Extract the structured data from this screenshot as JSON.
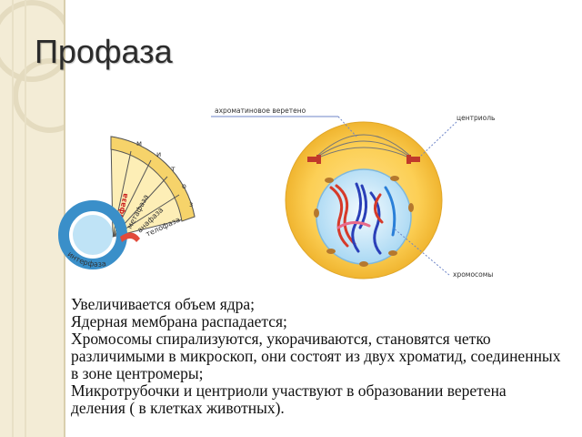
{
  "title": "Профаза",
  "diagram": {
    "labels": {
      "spindle": "ахроматиновое веретено",
      "centriole": "центриоль",
      "chromosomes": "хромосомы"
    },
    "cycle": {
      "mitosis": [
        "м",
        "и",
        "т",
        "о",
        "з"
      ],
      "phases": [
        "профаза",
        "метафаза",
        "анафаза",
        "телофаза"
      ],
      "interphase": "интерфаза"
    }
  },
  "text": {
    "line1": "Увеличивается объем ядра;",
    "line2": "Ядерная мембрана распадается;",
    "line3": "Хромосомы спирализуются, укорачиваются, становятся четко различимыми в микроскоп, они состоят из двух хроматид, соединенных в зоне центромеры;",
    "line4": "Микротрубочки и центриоли участвуют в образовании веретена деления ( в клетках животных)."
  }
}
